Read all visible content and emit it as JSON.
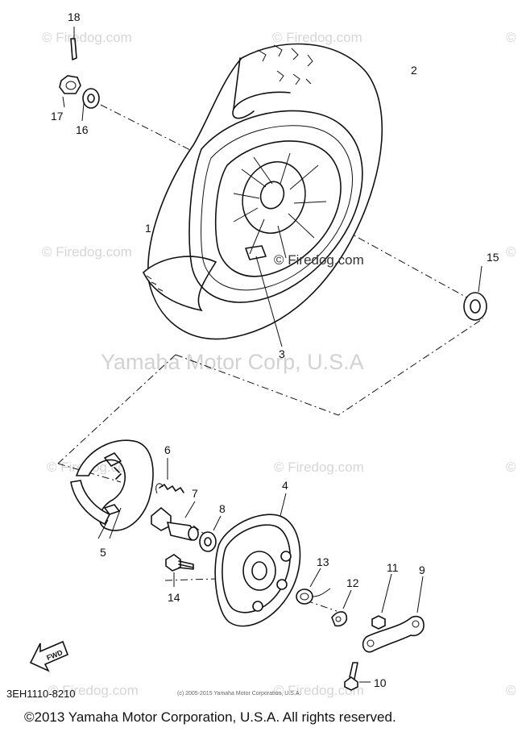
{
  "watermarks": {
    "site": "© Firedog.com",
    "site_short": "©",
    "center": "© Firedog.com",
    "brand": "Yamaha Motor Corp, U.S.A"
  },
  "callouts": {
    "p1": "1",
    "p2": "2",
    "p3": "3",
    "p4": "4",
    "p5": "5",
    "p6": "6",
    "p7": "7",
    "p8": "8",
    "p9": "9",
    "p10": "10",
    "p11": "11",
    "p12": "12",
    "p13": "13",
    "p14": "14",
    "p15": "15",
    "p16": "16",
    "p17": "17",
    "p18": "18"
  },
  "fwd_label": "FWD",
  "footer": {
    "part_code": "3EH1110-8210",
    "small_copyright": "(c) 2005-2015 Yamaha Motor Corporation, U.S.A.",
    "copyright": "©2013 Yamaha Motor Corporation, U.S.A. All rights reserved."
  }
}
